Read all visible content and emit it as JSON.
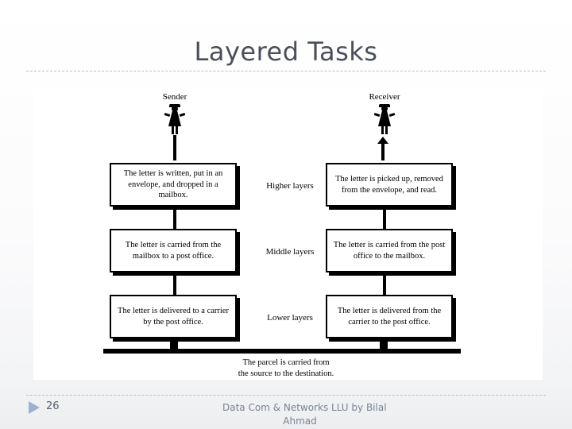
{
  "slide": {
    "title": "Layered Tasks",
    "page_number": "26",
    "footer_credit_line1": "Data Com & Networks LLU by Bilal",
    "footer_credit_line2": "Ahmad",
    "title_color": "#4a4f5c",
    "rule_color": "#b9bec6",
    "nav_triangle_color": "#9bb2cc"
  },
  "figure": {
    "sender_label": "Sender",
    "receiver_label": "Receiver",
    "layer_labels": [
      "Higher layers",
      "Middle layers",
      "Lower layers"
    ],
    "sender_boxes": [
      "The letter is written, put in an envelope, and dropped in a mailbox.",
      "The letter is carried from the mailbox to a post office.",
      "The letter is delivered to a carrier by the post office."
    ],
    "receiver_boxes": [
      "The letter is picked up, removed from the envelope, and read.",
      "The letter is carried from the post office to the mailbox.",
      "The letter is delivered from the carrier to the post office."
    ],
    "parcel_caption_line1": "The parcel is carried from",
    "parcel_caption_line2": "the source to the destination."
  }
}
